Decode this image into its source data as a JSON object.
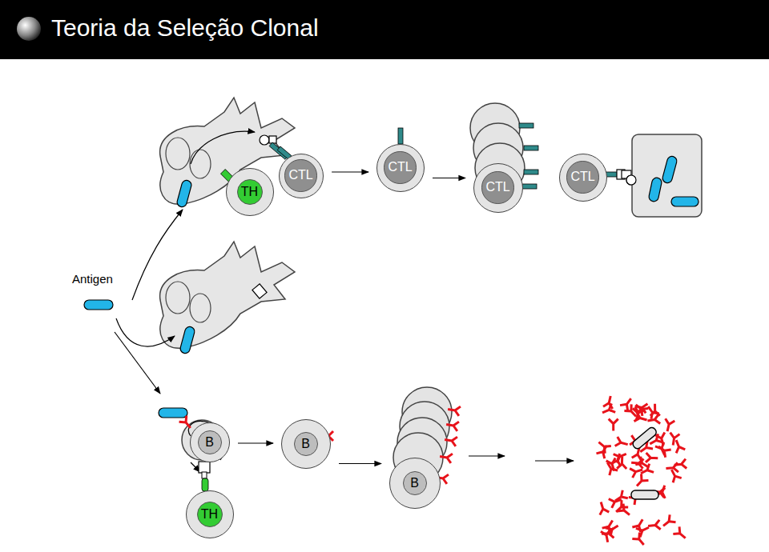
{
  "diagram": {
    "title": "Teoria da Seleção Clonal",
    "nodes": [
      {
        "text": [
          "TH"
        ]
      },
      {
        "text": [
          "CTL"
        ]
      },
      {
        "text": [
          "CTL"
        ]
      },
      {
        "text": [
          "CTL"
        ]
      },
      {
        "text": [
          "CTL"
        ]
      },
      {
        "text": [
          "B"
        ]
      },
      {
        "text": [
          "B"
        ]
      },
      {
        "text": [
          "B"
        ]
      },
      {
        "text": [
          "TH"
        ]
      }
    ],
    "edges": [
      {
        "from": 1,
        "to": 2,
        "arrow": "to"
      },
      {
        "from": 2,
        "to": 3,
        "arrow": "to"
      },
      {
        "from": 5,
        "to": 6,
        "arrow": "to"
      },
      {
        "from": 6,
        "to": 7,
        "arrow": "to"
      }
    ],
    "labels": [
      "Antigen"
    ]
  }
}
